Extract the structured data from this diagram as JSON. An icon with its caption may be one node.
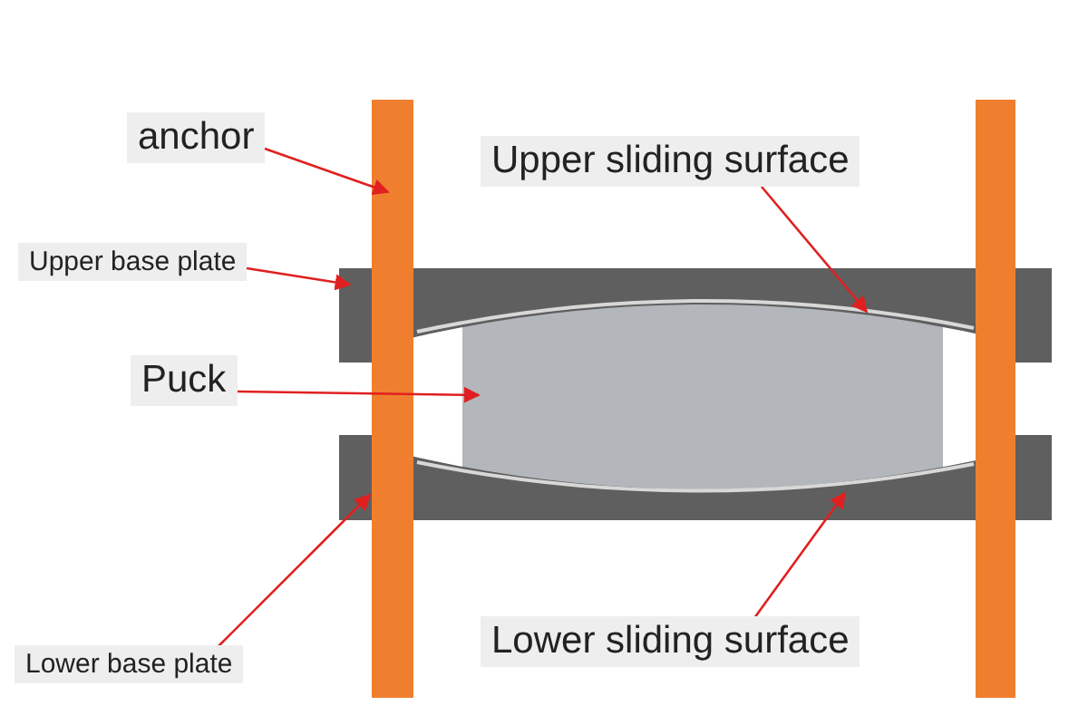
{
  "diagram": {
    "nodes": [
      {
        "text": [
          "anchor"
        ]
      },
      {
        "text": [],
        "shape": "bar"
      },
      {
        "text": [
          "Upper sliding surface"
        ]
      },
      {
        "text": [],
        "shape": "arc"
      },
      {
        "text": [
          "Upper base plate"
        ]
      },
      {
        "text": [],
        "shape": "box"
      },
      {
        "text": [
          "Puck"
        ]
      },
      {
        "text": [],
        "shape": "box"
      },
      {
        "text": [
          "Lower base plate"
        ]
      },
      {
        "text": [],
        "shape": "box"
      },
      {
        "text": [
          "Lower sliding surface"
        ]
      },
      {
        "text": [],
        "shape": "arc"
      },
      {
        "text": [],
        "shape": "bar"
      }
    ],
    "edges": [
      {
        "from": 0,
        "to": 1,
        "arrow": "to"
      },
      {
        "from": 2,
        "to": 3,
        "arrow": "to"
      },
      {
        "from": 4,
        "to": 5,
        "arrow": "to"
      },
      {
        "from": 6,
        "to": 7,
        "arrow": "to"
      },
      {
        "from": 8,
        "to": 9,
        "arrow": "to"
      },
      {
        "from": 10,
        "to": 11,
        "arrow": "to"
      }
    ]
  }
}
